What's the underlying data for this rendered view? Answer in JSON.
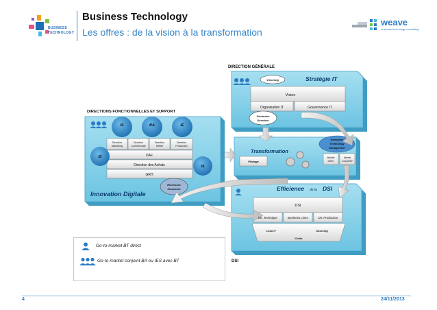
{
  "header": {
    "title": "Business Technology",
    "subtitle": "Les offres : de la vision à la transformation",
    "logo_line1": "BUSINESS",
    "logo_line2": "TECHNOLOGY",
    "partner_logo": "weave",
    "partner_tagline": "business technology consulting"
  },
  "diagram": {
    "dg": {
      "label": "DIRECTION GÉNÉRALE",
      "title": "Stratégie IT",
      "vision_badge": "Visioning",
      "vision": "Vision",
      "orga": "Organisation IT",
      "gouv": "Gouvernance IT",
      "seminar": [
        "Séminaire",
        "Directeur"
      ]
    },
    "df": {
      "label": "DIRECTIONS FONCTIONNELLES ET SUPPORT",
      "title": "Innovation Digitale",
      "circles": [
        "IS",
        "BA",
        "IE"
      ],
      "side_circles": [
        "IS",
        "IS"
      ],
      "boxes": [
        [
          "Direction",
          "Marketing"
        ],
        [
          "Direction",
          "Commerciale"
        ],
        [
          "Direction",
          "Métier"
        ],
        [
          "Direction",
          "Production"
        ]
      ],
      "daf": "DAF",
      "achats": "Direction des Achats",
      "grh": "GRH",
      "rh_badge": [
        "Richesses",
        "Humaines"
      ]
    },
    "transfo": {
      "title": "Transformation",
      "pilotage": "Pilotage",
      "eatm": [
        "Enterprise",
        "Technology",
        "Management"
      ],
      "metriques": [
        "Modèle",
        "Gérer"
      ],
      "market": [
        "Market",
        "Compléter"
      ]
    },
    "dsi": {
      "label": "DSI",
      "title_main": "Efficience",
      "title_small": "de la",
      "title_end": "DSI",
      "dsi": "DSI",
      "tech": "Dir. Technique",
      "bl": "Business Lines",
      "prod": "Dir. Production",
      "lean": "Lean IT",
      "sourcing": "Sourcing",
      "couts": "Coûts"
    }
  },
  "legend": {
    "item1": "Go-to-market BT direct",
    "item2": "Go-to-market conjoint BA ou IES avec BT"
  },
  "footer": {
    "page": "4",
    "date": "24/11/2013"
  },
  "colors": {
    "accent": "#2b7bc4",
    "panel": "#8ed3ea",
    "panel_dark": "#4fb0d4",
    "circle": "#3a8fc7"
  }
}
